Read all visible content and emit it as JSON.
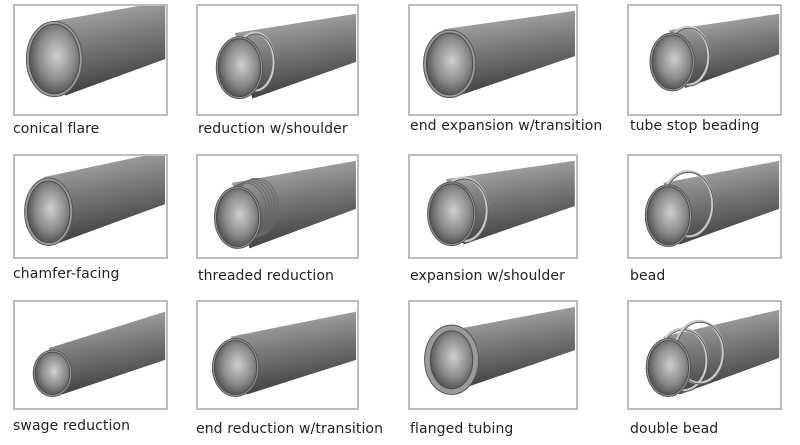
{
  "items": [
    {
      "label": "conical flare",
      "shape": "conical-flare"
    },
    {
      "label": "reduction w/shoulder",
      "shape": "reduction-shoulder"
    },
    {
      "label": "end expansion w/transition",
      "shape": "expansion-transition"
    },
    {
      "label": "tube stop beading",
      "shape": "tube-stop-bead"
    },
    {
      "label": "chamfer-facing",
      "shape": "chamfer"
    },
    {
      "label": "threaded reduction",
      "shape": "threaded-reduction"
    },
    {
      "label": "expansion w/shoulder",
      "shape": "expansion-shoulder"
    },
    {
      "label": "bead",
      "shape": "bead"
    },
    {
      "label": "swage reduction",
      "shape": "swage"
    },
    {
      "label": "end reduction w/transition",
      "shape": "reduction-transition"
    },
    {
      "label": "flanged tubing",
      "shape": "flange"
    },
    {
      "label": "double bead",
      "shape": "double-bead"
    }
  ]
}
